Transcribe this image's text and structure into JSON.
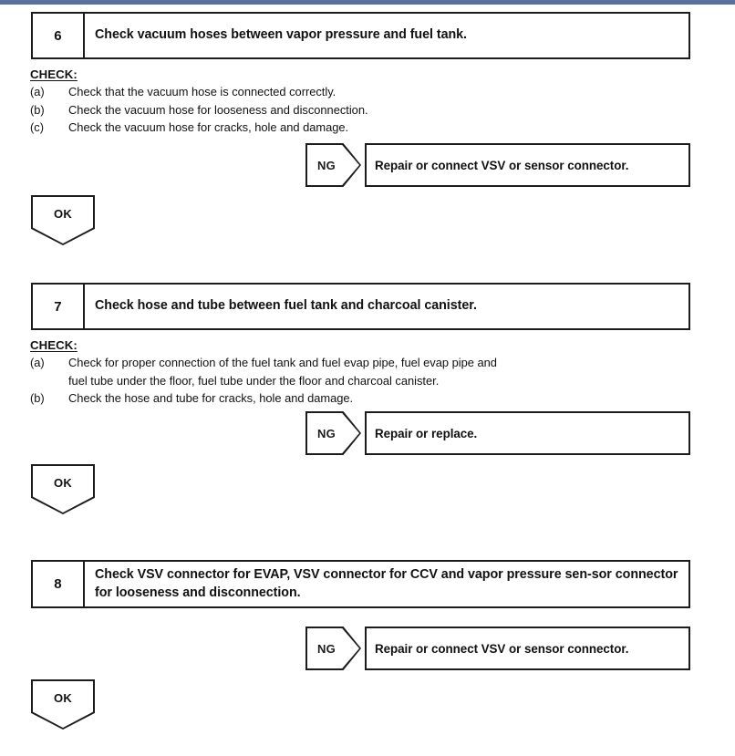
{
  "document": {
    "type": "diagnostic-troubleshooting-flowchart",
    "check_label": "CHECK:",
    "ok_label": "OK",
    "ng_label": "NG",
    "scan_strip_color": "#5a7099",
    "ink_color": "#1c1c1c",
    "paper_color": "#ffffff"
  },
  "steps": [
    {
      "number": "6",
      "title": "Check vacuum hoses between vapor pressure and fuel tank.",
      "check_label": "CHECK:",
      "items": [
        {
          "marker": "(a)",
          "text": "Check that the vacuum hose is connected correctly."
        },
        {
          "marker": "(b)",
          "text": "Check the vacuum hose for looseness and disconnection."
        },
        {
          "marker": "(c)",
          "text": "Check the vacuum hose for cracks, hole and damage."
        }
      ],
      "ng": {
        "label": "NG",
        "result": "Repair or connect VSV or sensor connector."
      },
      "ok": {
        "label": "OK"
      }
    },
    {
      "number": "7",
      "title": "Check hose and tube between fuel tank and charcoal canister.",
      "check_label": "CHECK:",
      "items": [
        {
          "marker": "(a)",
          "text": "Check for proper connection of the fuel tank and fuel evap pipe, fuel evap pipe and",
          "text_line2": "fuel tube under the floor, fuel tube under the floor and charcoal canister."
        },
        {
          "marker": "(b)",
          "text": "Check the hose and tube for cracks, hole and damage."
        }
      ],
      "ng": {
        "label": "NG",
        "result": "Repair or replace."
      },
      "ok": {
        "label": "OK"
      }
    },
    {
      "number": "8",
      "title": "Check VSV connector for EVAP, VSV connector for CCV and vapor pressure sen-sor connector for looseness and disconnection.",
      "ng": {
        "label": "NG",
        "result": "Repair or connect VSV or sensor connector."
      },
      "ok": {
        "label": "OK"
      }
    }
  ]
}
